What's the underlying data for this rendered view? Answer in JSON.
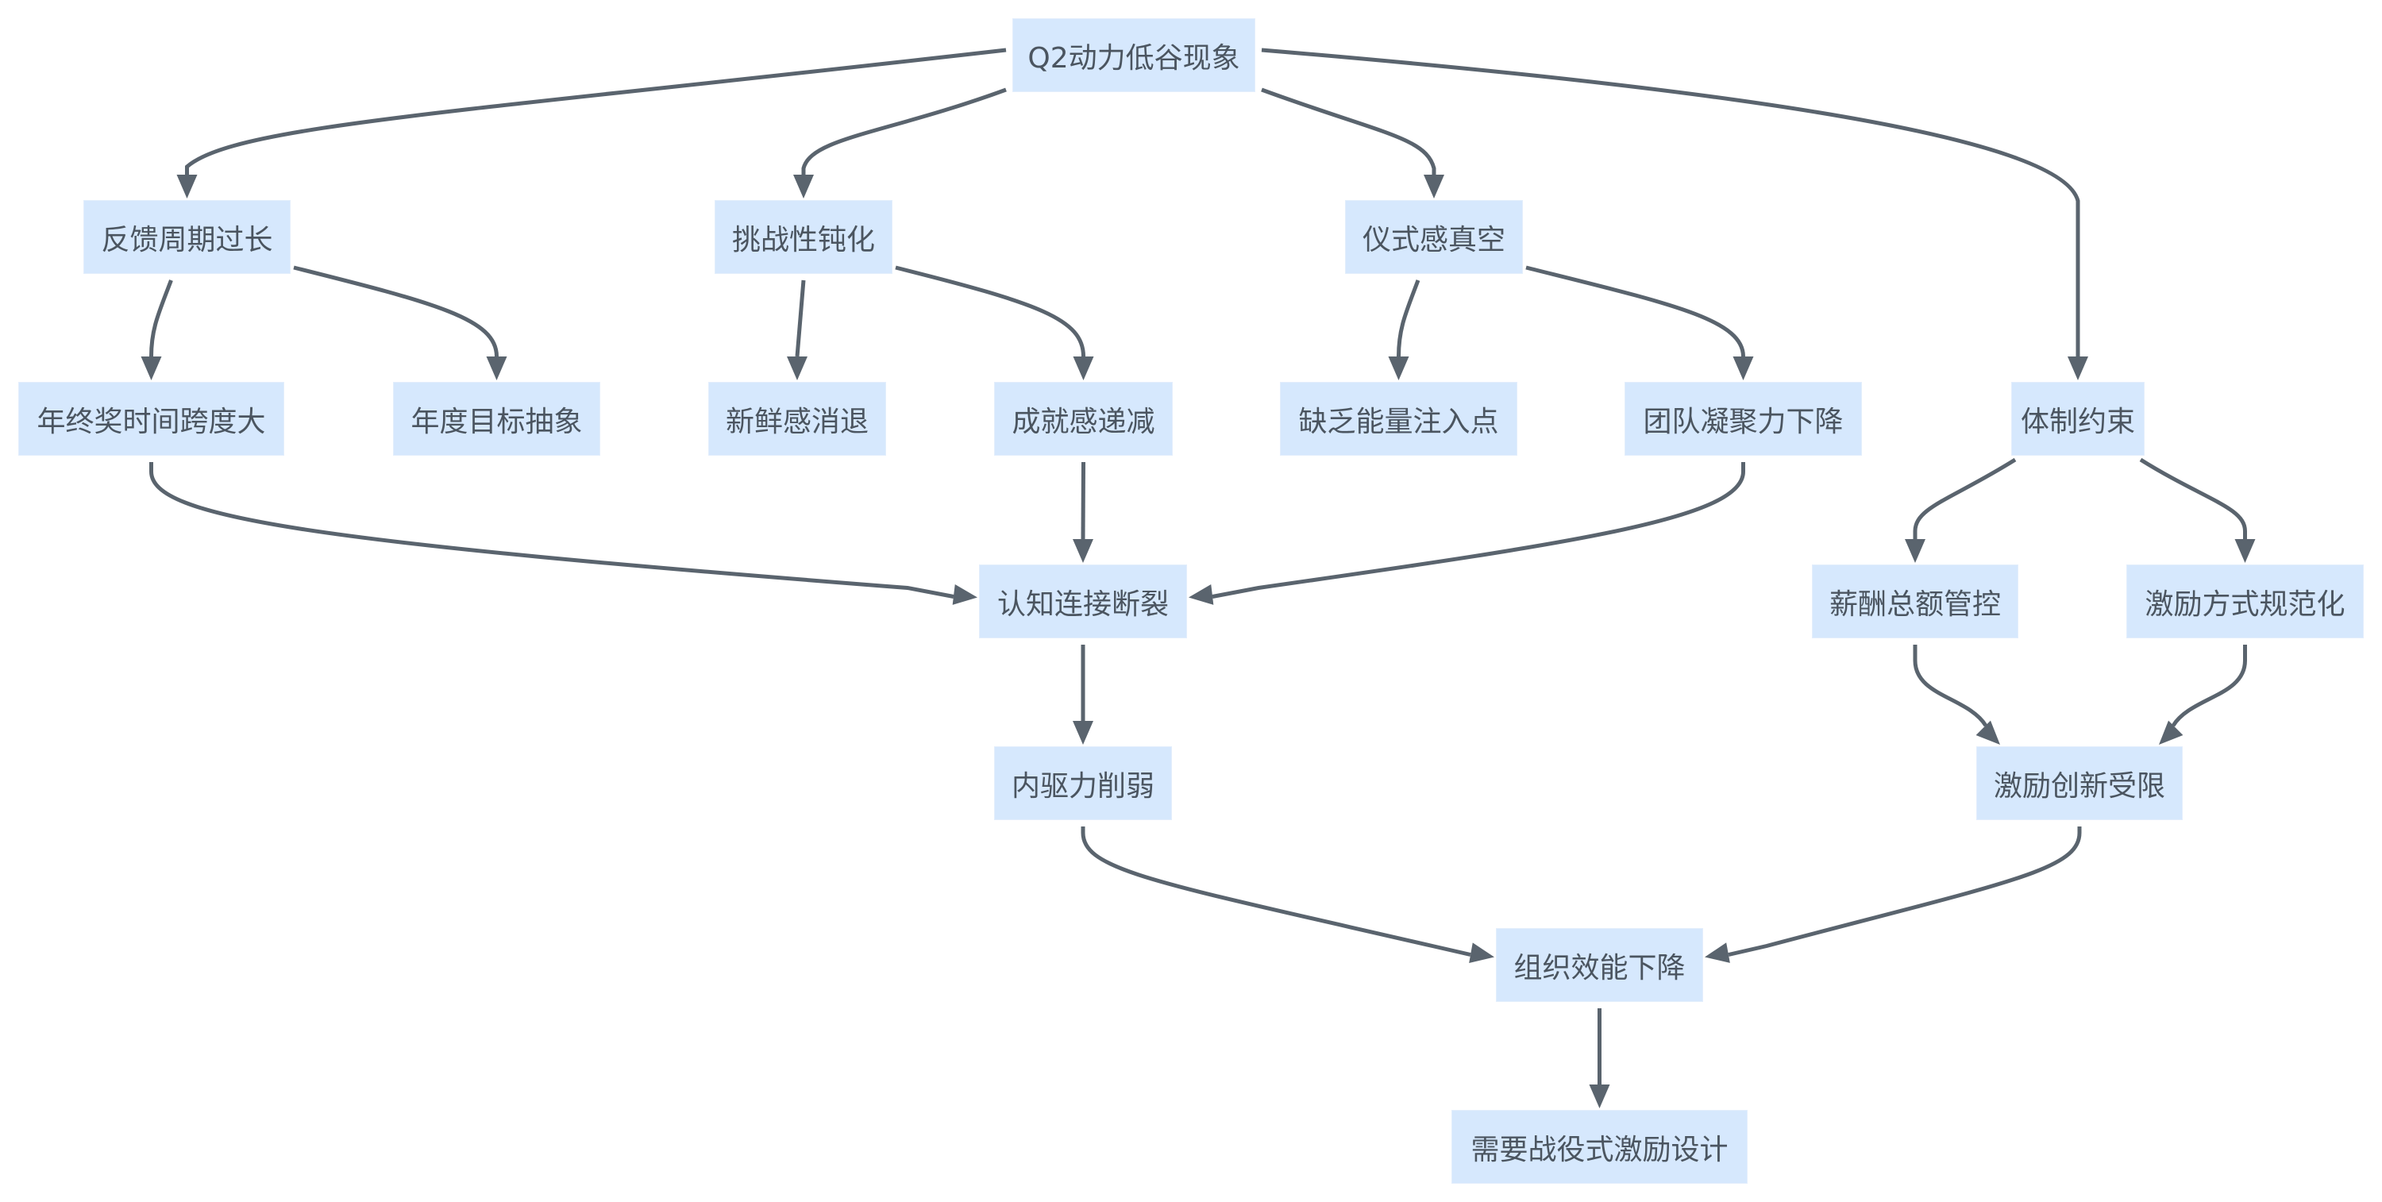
{
  "diagram": {
    "type": "flowchart",
    "colors": {
      "node_fill": "#d6e8fd",
      "node_text": "#4b5560",
      "edge": "#5a646e",
      "background": "#ffffff"
    },
    "nodes": {
      "root": {
        "label": "Q2动力低谷现象"
      },
      "fb": {
        "label": "反馈周期过长"
      },
      "ch": {
        "label": "挑战性钝化"
      },
      "ri": {
        "label": "仪式感真空"
      },
      "nb": {
        "label": "年终奖时间跨度大"
      },
      "goal": {
        "label": "年度目标抽象"
      },
      "fresh": {
        "label": "新鲜感消退"
      },
      "ach": {
        "label": "成就感递减"
      },
      "energy": {
        "label": "缺乏能量注入点"
      },
      "team": {
        "label": "团队凝聚力下降"
      },
      "sys": {
        "label": "体制约束"
      },
      "cog": {
        "label": "认知连接断裂"
      },
      "pay": {
        "label": "薪酬总额管控"
      },
      "norm": {
        "label": "激励方式规范化"
      },
      "drive": {
        "label": "内驱力削弱"
      },
      "innov": {
        "label": "激励创新受限"
      },
      "org": {
        "label": "组织效能下降"
      },
      "need": {
        "label": "需要战役式激励设计"
      }
    },
    "edges": [
      {
        "from": "root",
        "to": "fb"
      },
      {
        "from": "root",
        "to": "ch"
      },
      {
        "from": "root",
        "to": "ri"
      },
      {
        "from": "root",
        "to": "sys"
      },
      {
        "from": "fb",
        "to": "nb"
      },
      {
        "from": "fb",
        "to": "goal"
      },
      {
        "from": "ch",
        "to": "fresh"
      },
      {
        "from": "ch",
        "to": "ach"
      },
      {
        "from": "ri",
        "to": "energy"
      },
      {
        "from": "ri",
        "to": "team"
      },
      {
        "from": "sys",
        "to": "pay"
      },
      {
        "from": "sys",
        "to": "norm"
      },
      {
        "from": "nb",
        "to": "cog"
      },
      {
        "from": "ach",
        "to": "cog"
      },
      {
        "from": "team",
        "to": "cog"
      },
      {
        "from": "pay",
        "to": "innov"
      },
      {
        "from": "norm",
        "to": "innov"
      },
      {
        "from": "cog",
        "to": "drive"
      },
      {
        "from": "drive",
        "to": "org"
      },
      {
        "from": "innov",
        "to": "org"
      },
      {
        "from": "org",
        "to": "need"
      }
    ]
  }
}
